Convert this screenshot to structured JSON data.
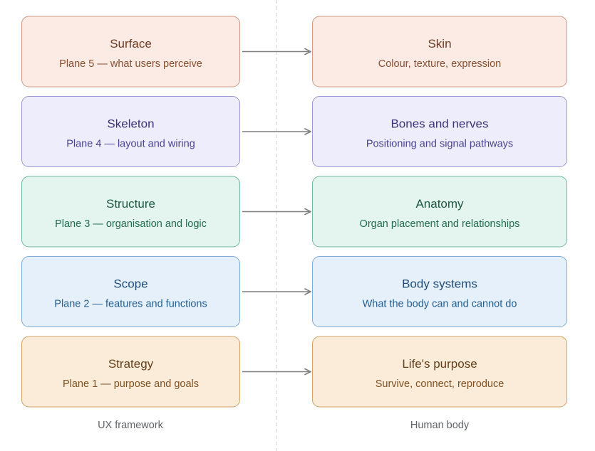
{
  "diagram": {
    "column_labels": {
      "left": "UX framework",
      "right": "Human body"
    },
    "rows": [
      {
        "key": "surface",
        "colors": {
          "fill": "#fbebe4",
          "stroke": "#cf9a84",
          "title": "#6e3b22",
          "sub": "#8a4e30"
        },
        "left": {
          "title": "Surface",
          "subtitle": "Plane 5 — what users perceive"
        },
        "right": {
          "title": "Skin",
          "subtitle": "Colour, texture, expression"
        }
      },
      {
        "key": "skeleton",
        "colors": {
          "fill": "#eeedfc",
          "stroke": "#9c98d4",
          "title": "#383475",
          "sub": "#474392"
        },
        "left": {
          "title": "Skeleton",
          "subtitle": "Plane 4 — layout and wiring"
        },
        "right": {
          "title": "Bones and nerves",
          "subtitle": "Positioning and signal pathways"
        }
      },
      {
        "key": "structure",
        "colors": {
          "fill": "#e3f5ee",
          "stroke": "#72b89c",
          "title": "#1d5741",
          "sub": "#236b50"
        },
        "left": {
          "title": "Structure",
          "subtitle": "Plane 3 — organisation and logic"
        },
        "right": {
          "title": "Anatomy",
          "subtitle": "Organ placement and relationships"
        }
      },
      {
        "key": "scope",
        "colors": {
          "fill": "#e5f0fb",
          "stroke": "#7eaad4",
          "title": "#1f4b78",
          "sub": "#225e92"
        },
        "left": {
          "title": "Scope",
          "subtitle": "Plane 2 — features and functions"
        },
        "right": {
          "title": "Body systems",
          "subtitle": "What the body can and cannot do"
        }
      },
      {
        "key": "strategy",
        "colors": {
          "fill": "#fbecd9",
          "stroke": "#d3a26a",
          "title": "#65401c",
          "sub": "#7d5124"
        },
        "left": {
          "title": "Strategy",
          "subtitle": "Plane 1 — purpose and goals"
        },
        "right": {
          "title": "Life's purpose",
          "subtitle": "Survive, connect, reproduce"
        }
      }
    ],
    "connector_color": "#7f7f7f",
    "divider_color": "#d0d0d0"
  }
}
